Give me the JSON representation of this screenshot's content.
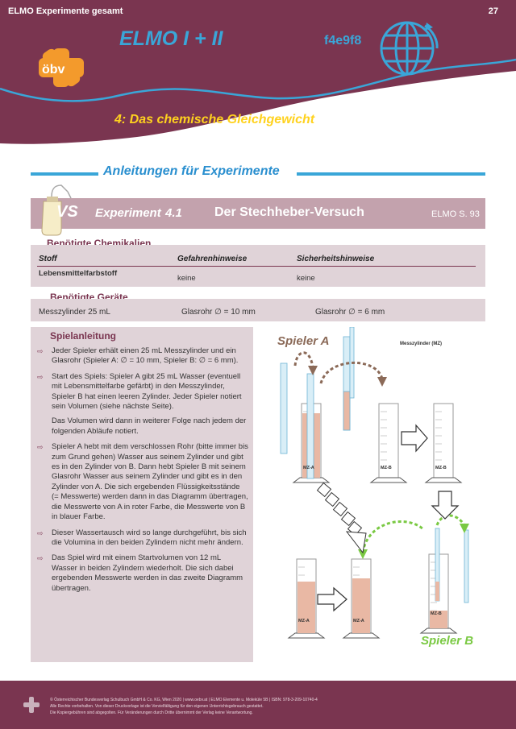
{
  "header": {
    "title": "ELMO Experimente gesamt",
    "page_number": "27",
    "series": "ELMO I + II",
    "color_code": "f4e9f8",
    "publisher_logo": "öbv",
    "chapter": "4: Das chemische Gleichgewicht"
  },
  "section_title": "Anleitungen für Experimente",
  "experiment": {
    "logo_text": "VS",
    "label": "Experiment",
    "number": "4.1",
    "name": "Der Stechheber-Versuch",
    "reference": "ELMO S. 93"
  },
  "chemicals": {
    "heading": "Benötigte Chemikalien",
    "columns": [
      "Stoff",
      "Gefahrenhinweise",
      "Sicherheitshinweise"
    ],
    "rows": [
      [
        "Lebensmittelfarbstoff",
        "keine",
        "keine"
      ]
    ]
  },
  "equipment": {
    "heading": "Benötigte Geräte",
    "items": [
      "Messzylinder 25 mL",
      "Glasrohr ∅ = 10 mm",
      "Glasrohr ∅ = 6 mm"
    ]
  },
  "instructions": {
    "heading": "Spielanleitung",
    "steps": [
      "Jeder Spieler erhält einen 25 mL Messzylinder und ein Glasrohr (Spieler A: ∅ = 10 mm, Spieler B: ∅ = 6 mm).",
      "Start des Spiels: Spieler A gibt 25 mL Wasser (eventuell mit Lebensmittelfarbe gefärbt) in den Messzylinder, Spieler B hat einen leeren Zylinder. Jeder Spieler notiert sein Volumen (siehe nächste Seite).",
      "Spieler A hebt mit dem verschlossen Rohr (bitte immer bis zum Grund gehen) Wasser aus seinem Zylinder und gibt es in den Zylinder von B. Dann hebt Spieler B mit seinem Glasrohr Wasser aus seinem Zylinder und gibt es in den Zylinder von A. Die sich ergebenden Flüssigkeitsstände (= Messwerte) werden dann in das Diagramm übertragen, die Messwerte von A in roter Farbe, die Messwerte von B in blauer Farbe.",
      "Dieser Wassertausch wird so lange durchgeführt, bis sich die Volumina in den beiden Zylindern nicht mehr ändern.",
      "Das Spiel wird mit einem Startvolumen von 12 mL Wasser in beiden Zylindern wiederholt. Die sich dabei ergebenden Messwerte werden in das zweite Diagramm übertragen."
    ],
    "step2_note": "Das Volumen wird dann in weiterer Folge nach jedem der folgenden Abläufe notiert."
  },
  "diagram": {
    "player_a": "Spieler A",
    "player_b": "Spieler B",
    "cylinder_legend": "Messzylinder (MZ)",
    "label_a": "MZ-A",
    "label_b": "MZ-B",
    "colors": {
      "water": "#e9b8a4",
      "tube": "#bfe0ef",
      "arrow_a": "#8b6a58",
      "arrow_b": "#7ac943"
    }
  },
  "footer": {
    "line1": "© Österreichischer Bundesverlag Schulbuch GmbH & Co. KG, Wien 2020 | www.oebv.at | ELMO Elemente u. Moleküle 5B | ISBN: 978-3-209-10740-4",
    "line2": "Alle Rechte vorbehalten. Von dieser Druckvorlage ist die Vervielfältigung für den eigenen Unterrichtsgebrauch gestattet.",
    "line3": "Die Kopiergebühren sind abgegolten. Für Veränderungen durch Dritte übernimmt der Verlag keine Verantwortung."
  }
}
